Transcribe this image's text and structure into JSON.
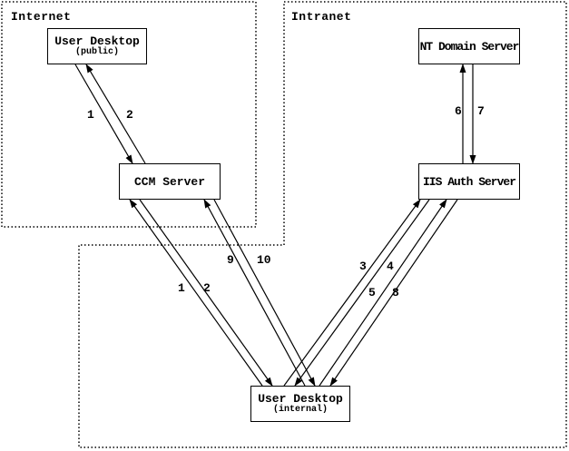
{
  "zones": {
    "internet": "Internet",
    "intranet": "Intranet"
  },
  "nodes": {
    "user_desktop_public": {
      "label": "User Desktop",
      "sublabel": "(public)"
    },
    "ccm_server": {
      "label": "CCM Server"
    },
    "nt_domain_server": {
      "label": "NT Domain Server"
    },
    "iis_auth_server": {
      "label": "IIS Auth Server"
    },
    "user_desktop_internal": {
      "label": "User Desktop",
      "sublabel": "(internal)"
    }
  },
  "edges": [
    {
      "label": "1",
      "from": "user_desktop_public",
      "to": "ccm_server"
    },
    {
      "label": "2",
      "from": "ccm_server",
      "to": "user_desktop_public"
    },
    {
      "label": "1",
      "from": "user_desktop_internal",
      "to": "ccm_server"
    },
    {
      "label": "2",
      "from": "ccm_server",
      "to": "user_desktop_internal"
    },
    {
      "label": "9",
      "from": "user_desktop_internal",
      "to": "ccm_server"
    },
    {
      "label": "10",
      "from": "ccm_server",
      "to": "user_desktop_internal"
    },
    {
      "label": "3",
      "from": "user_desktop_internal",
      "to": "iis_auth_server"
    },
    {
      "label": "4",
      "from": "iis_auth_server",
      "to": "user_desktop_internal"
    },
    {
      "label": "5",
      "from": "user_desktop_internal",
      "to": "iis_auth_server"
    },
    {
      "label": "8",
      "from": "iis_auth_server",
      "to": "user_desktop_internal"
    },
    {
      "label": "6",
      "from": "iis_auth_server",
      "to": "nt_domain_server"
    },
    {
      "label": "7",
      "from": "nt_domain_server",
      "to": "iis_auth_server"
    }
  ],
  "colors": {
    "line": "#000000",
    "background": "#ffffff"
  }
}
